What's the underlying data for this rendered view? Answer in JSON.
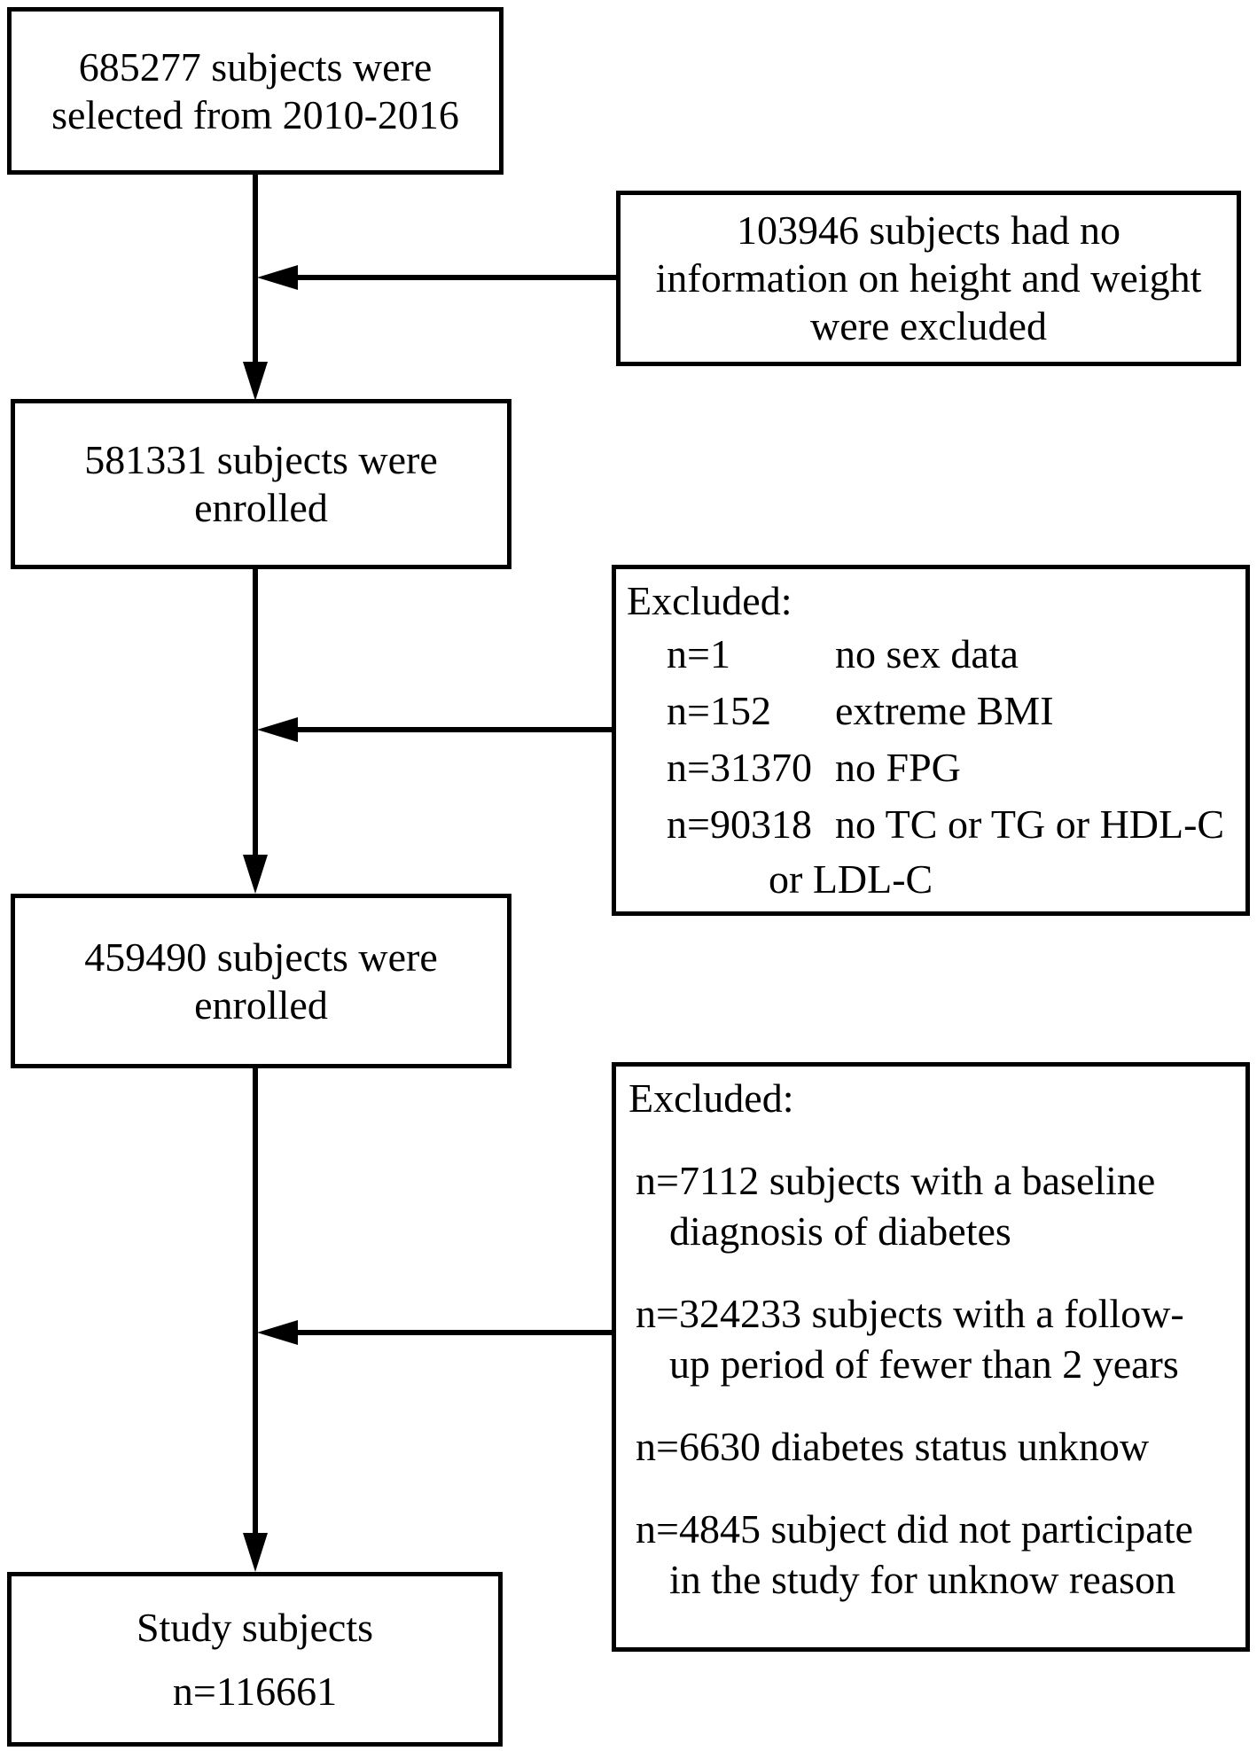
{
  "figure": {
    "background": "#ffffff",
    "line_color": "#000000"
  },
  "main_boxes": {
    "selected": {
      "line1": "685277 subjects were",
      "line2": "selected from 2010-2016"
    },
    "enrolled_581331": {
      "line1": "581331 subjects were",
      "line2": "enrolled"
    },
    "enrolled_459490": {
      "line1": "459490 subjects were",
      "line2": "enrolled"
    },
    "study": {
      "line1": "Study subjects",
      "line2": "n=116661"
    }
  },
  "exclusion_boxes": {
    "height_weight": {
      "line1": "103946 subjects had no",
      "line2": "information on height and weight",
      "line3": "were excluded"
    },
    "baseline_data": {
      "title": "Excluded:",
      "rows": [
        {
          "n": "n=1",
          "reason": "no sex data"
        },
        {
          "n": "n=152",
          "reason": "extreme BMI"
        },
        {
          "n": "n=31370",
          "reason": "no FPG"
        },
        {
          "n": "n=90318",
          "reason": "no TC or TG or HDL-C",
          "reason_cont": "or LDL-C"
        }
      ]
    },
    "follow_up": {
      "title": "Excluded:",
      "items": [
        {
          "line1": "n=7112 subjects with a baseline",
          "line2": "diagnosis of diabetes"
        },
        {
          "line1": "n=324233 subjects with a follow-",
          "line2": "up period of fewer than 2 years"
        },
        {
          "line1": "n=6630 diabetes status unknow"
        },
        {
          "line1": "n=4845 subject did not participate",
          "line2": "in the study for unknow reason"
        }
      ]
    }
  }
}
